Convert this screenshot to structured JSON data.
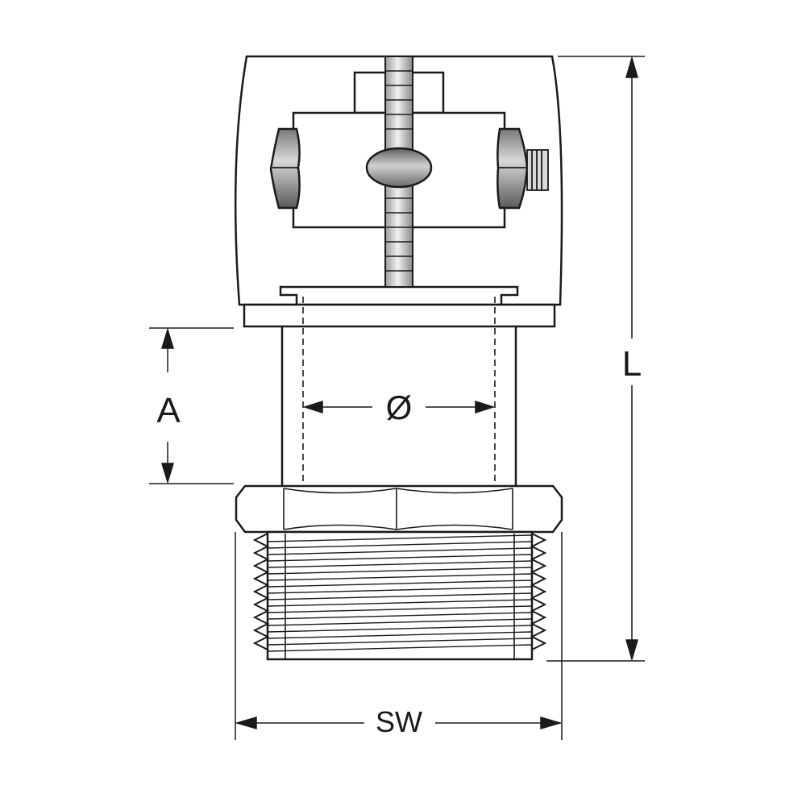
{
  "labels": {
    "length": "L",
    "insertion_depth": "A",
    "diameter": "Ø",
    "wrench_size": "SW"
  },
  "colors": {
    "line": "#1a1a1a",
    "fill": "#ffffff",
    "metal_dark": "#6e6e6e",
    "metal_mid": "#a8a8a8",
    "metal_light": "#e2e2e2"
  },
  "icons": {
    "part": "press-fitting-with-male-thread",
    "arrows": "dimension-arrowheads"
  }
}
